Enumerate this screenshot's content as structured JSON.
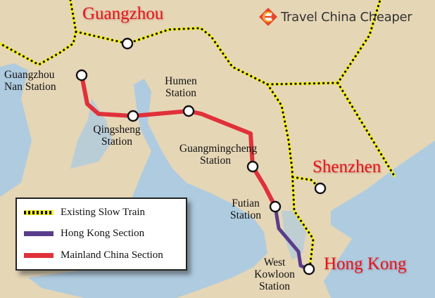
{
  "logo": {
    "text": "Travel China Cheaper",
    "icon": "compass-e-logo-icon",
    "color": "#e8462a"
  },
  "cities": [
    {
      "name": "Guangzhou"
    },
    {
      "name": "Shenzhen"
    },
    {
      "name": "Hong Kong"
    }
  ],
  "stations": [
    {
      "line1": "Guangzhou",
      "line2": "Nan Station"
    },
    {
      "line1": "Qingsheng",
      "line2": "Station"
    },
    {
      "line1": "Humen",
      "line2": "Station"
    },
    {
      "line1": "Guangmingcheng",
      "line2": "Station"
    },
    {
      "line1": "Futian",
      "line2": "Station"
    },
    {
      "line1": "West",
      "line2": "Kowloon",
      "line3": "Station"
    }
  ],
  "legend": {
    "items": [
      {
        "label": "Existing Slow Train",
        "color": "#f2ec1c"
      },
      {
        "label": "Hong Kong Section",
        "color": "#5a3c8c"
      },
      {
        "label": "Mainland China Section",
        "color": "#e0313a"
      }
    ]
  },
  "colors": {
    "land": "#e5d6b6",
    "water": "#aecbe0",
    "city_label": "#e8141b",
    "mainland_line": "#e0313a",
    "hk_line": "#5a3c8c",
    "slow_train": "#f2ec1c"
  }
}
